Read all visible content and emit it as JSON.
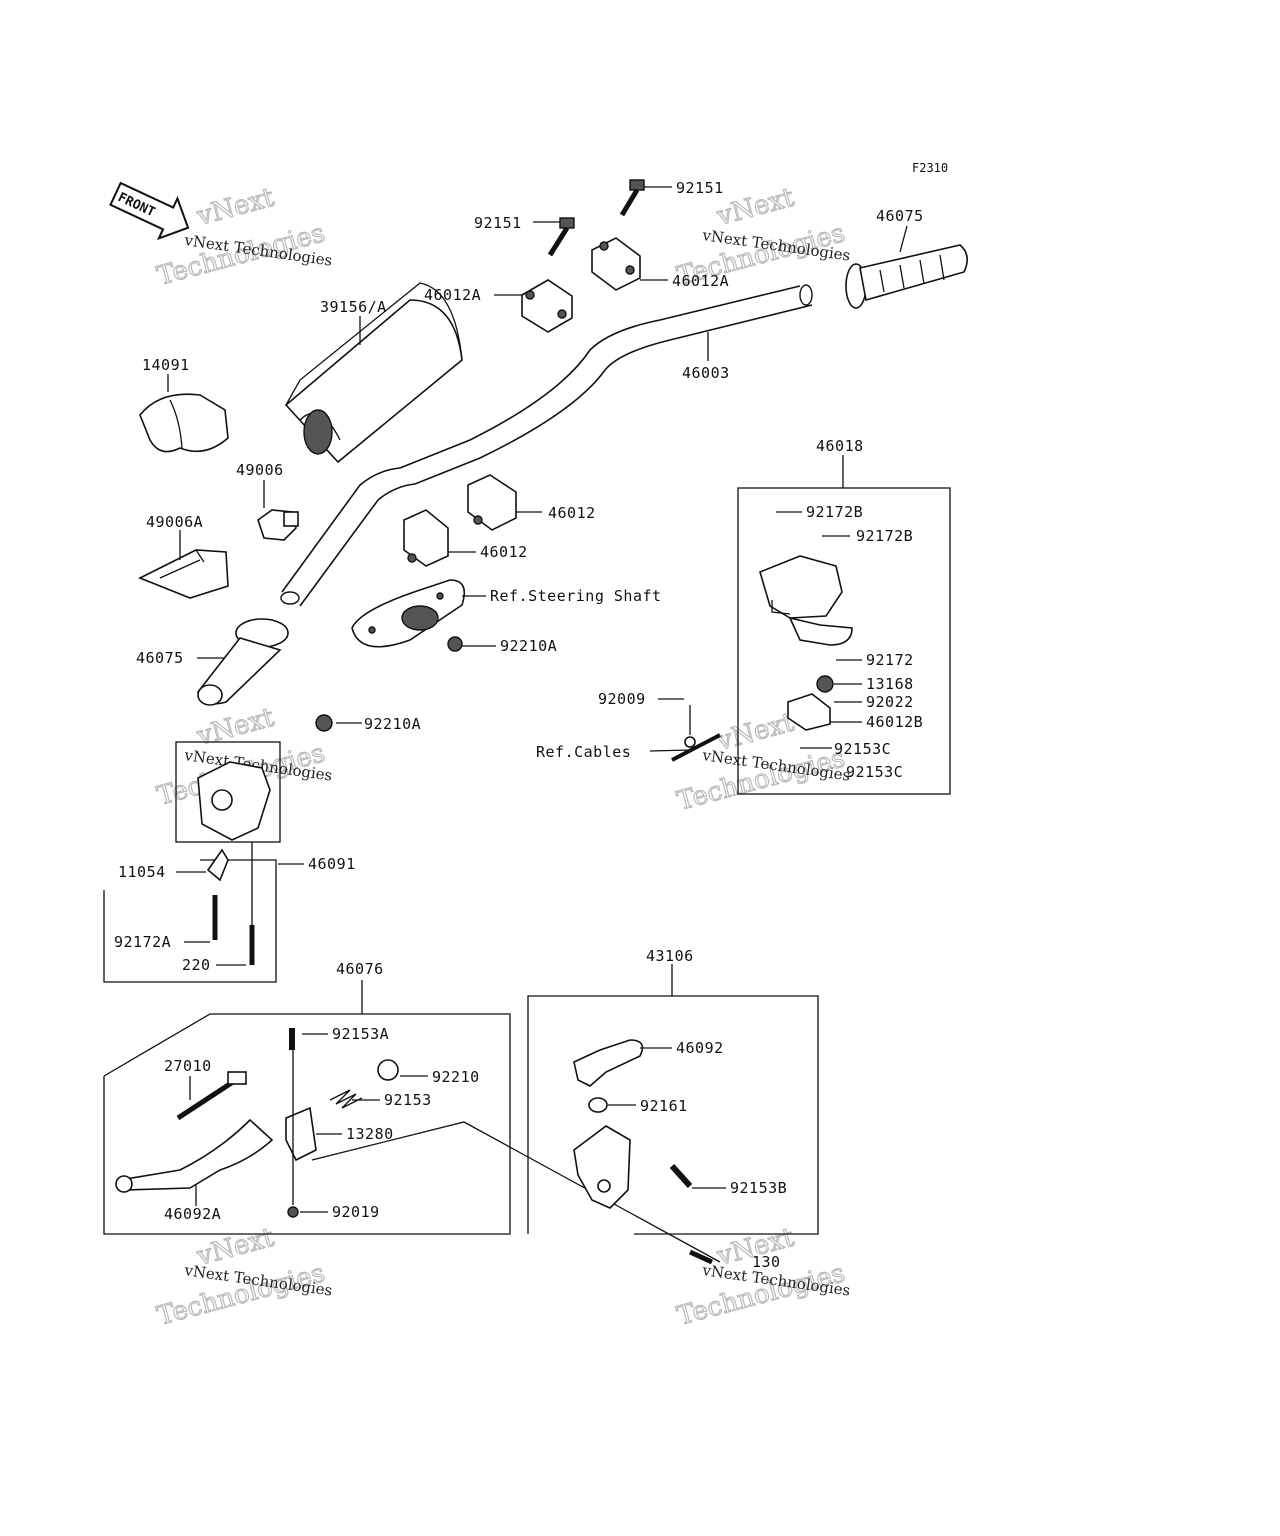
{
  "diagram": {
    "code": "F2310",
    "front_arrow": "FRONT",
    "watermark": {
      "small": "vNext Technologies",
      "big_1": "vNext",
      "big_2": "Technologies"
    },
    "labels": {
      "l92151_top": "92151",
      "l92151_left": "92151",
      "l46012A_right": "46012A",
      "l46012A_left": "46012A",
      "l46075_right": "46075",
      "l39156A": "39156/A",
      "l46003": "46003",
      "l14091": "14091",
      "l49006": "49006",
      "l49006A": "49006A",
      "l46012_top": "46012",
      "l46012_mid": "46012",
      "ref_steering": "Ref.Steering Shaft",
      "l92210A_top": "92210A",
      "l46075_left": "46075",
      "l92210A_bottom": "92210A",
      "l46018": "46018",
      "l92172B_1": "92172B",
      "l92172B_2": "92172B",
      "l92172": "92172",
      "l13168": "13168",
      "l92022": "92022",
      "l46012B": "46012B",
      "l92153C_1": "92153C",
      "l92153C_2": "92153C",
      "l92009": "92009",
      "ref_cables": "Ref.Cables",
      "l46091": "46091",
      "l11054": "11054",
      "l92172A": "92172A",
      "l220": "220",
      "l46076": "46076",
      "l92153A": "92153A",
      "l27010": "27010",
      "l92210": "92210",
      "l92153": "92153",
      "l13280": "13280",
      "l46092A": "46092A",
      "l92019": "92019",
      "l43106": "43106",
      "l46092": "46092",
      "l92161": "92161",
      "l92153B": "92153B",
      "l130": "130"
    }
  }
}
